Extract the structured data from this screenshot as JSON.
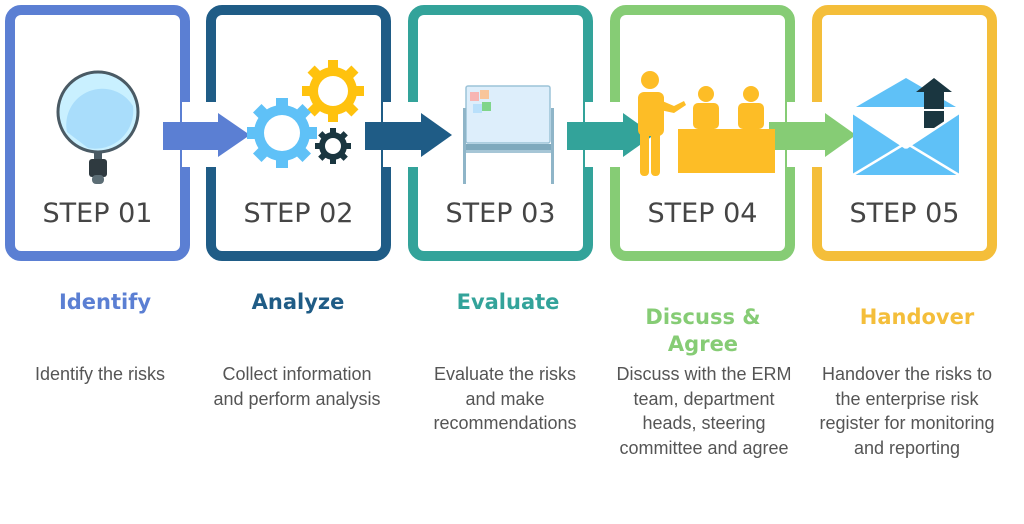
{
  "diagram": {
    "steps": [
      {
        "label": "STEP 01",
        "title": "Identify",
        "description": "Identify the risks",
        "color": "#5b7fd3",
        "icon": "magnifying-glass-icon"
      },
      {
        "label": "STEP 02",
        "title": "Analyze",
        "description": "Collect information and perform analysis",
        "color": "#1f5c86",
        "icon": "gears-icon"
      },
      {
        "label": "STEP 03",
        "title": "Evaluate",
        "description": "Evaluate the risks and make recommendations",
        "color": "#33a39a",
        "icon": "whiteboard-icon"
      },
      {
        "label": "STEP 04",
        "title": "Discuss & Agree",
        "description": "Discuss with the ERM team, department heads, steering committee and agree",
        "color": "#86cc75",
        "icon": "meeting-icon"
      },
      {
        "label": "STEP 05",
        "title": "Handover",
        "description": "Handover the risks to the enterprise risk register for monitoring and reporting",
        "color": "#f4be3a",
        "icon": "envelope-upload-icon"
      }
    ]
  }
}
